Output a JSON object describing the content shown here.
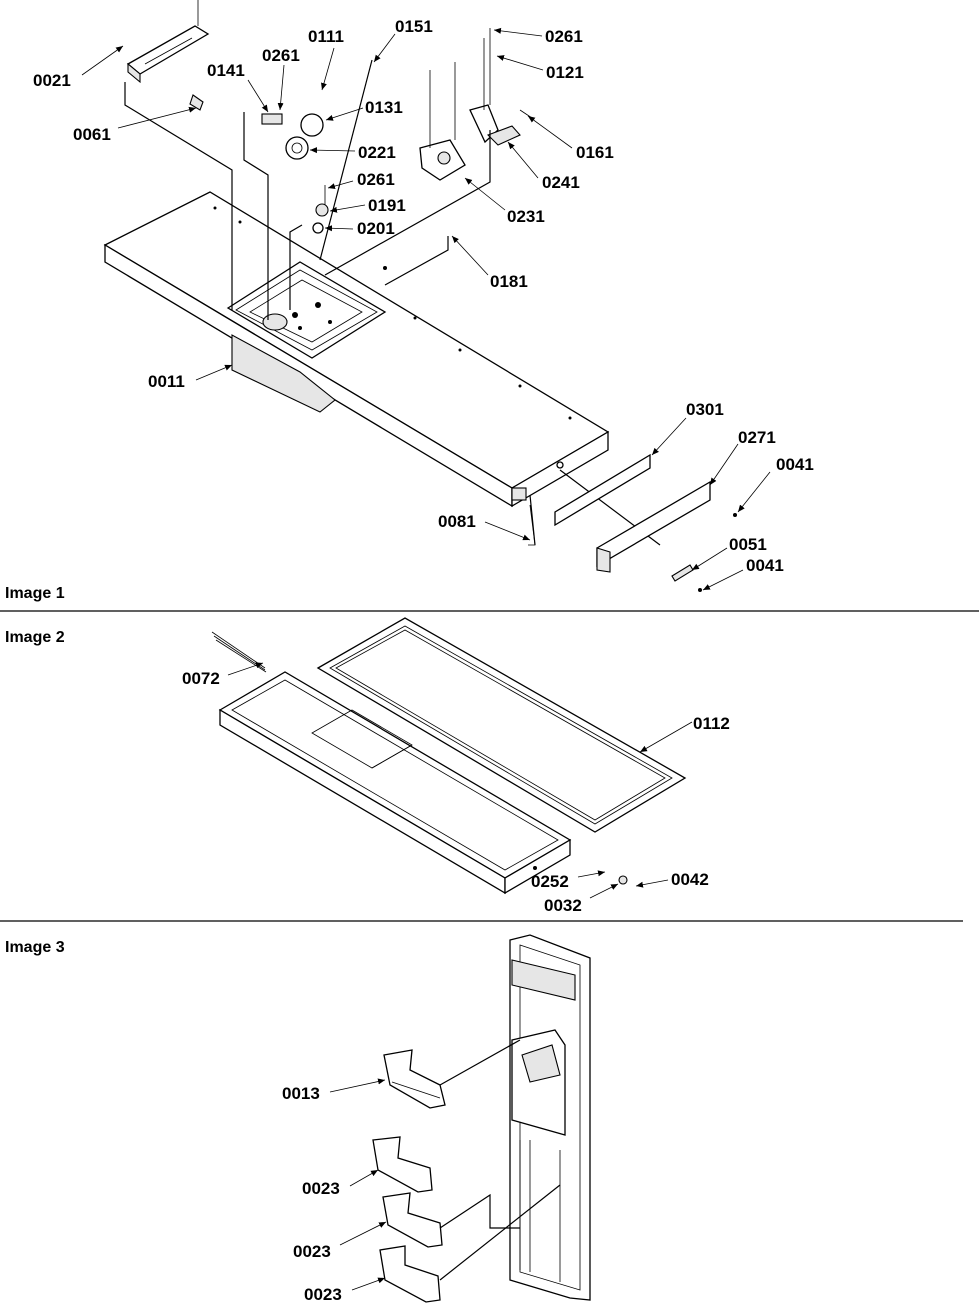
{
  "panels": [
    {
      "title": "Image 1",
      "callouts": [
        "0021",
        "0061",
        "0141",
        "0261",
        "0111",
        "0151",
        "0131",
        "0221",
        "0261",
        "0191",
        "0201",
        "0261",
        "0121",
        "0161",
        "0241",
        "0231",
        "0181",
        "0011",
        "0301",
        "0271",
        "0041",
        "0081",
        "0051",
        "0041"
      ]
    },
    {
      "title": "Image 2",
      "callouts": [
        "0072",
        "0112",
        "0252",
        "0042",
        "0032"
      ]
    },
    {
      "title": "Image 3",
      "callouts": [
        "0013",
        "0023",
        "0023",
        "0023"
      ]
    }
  ]
}
